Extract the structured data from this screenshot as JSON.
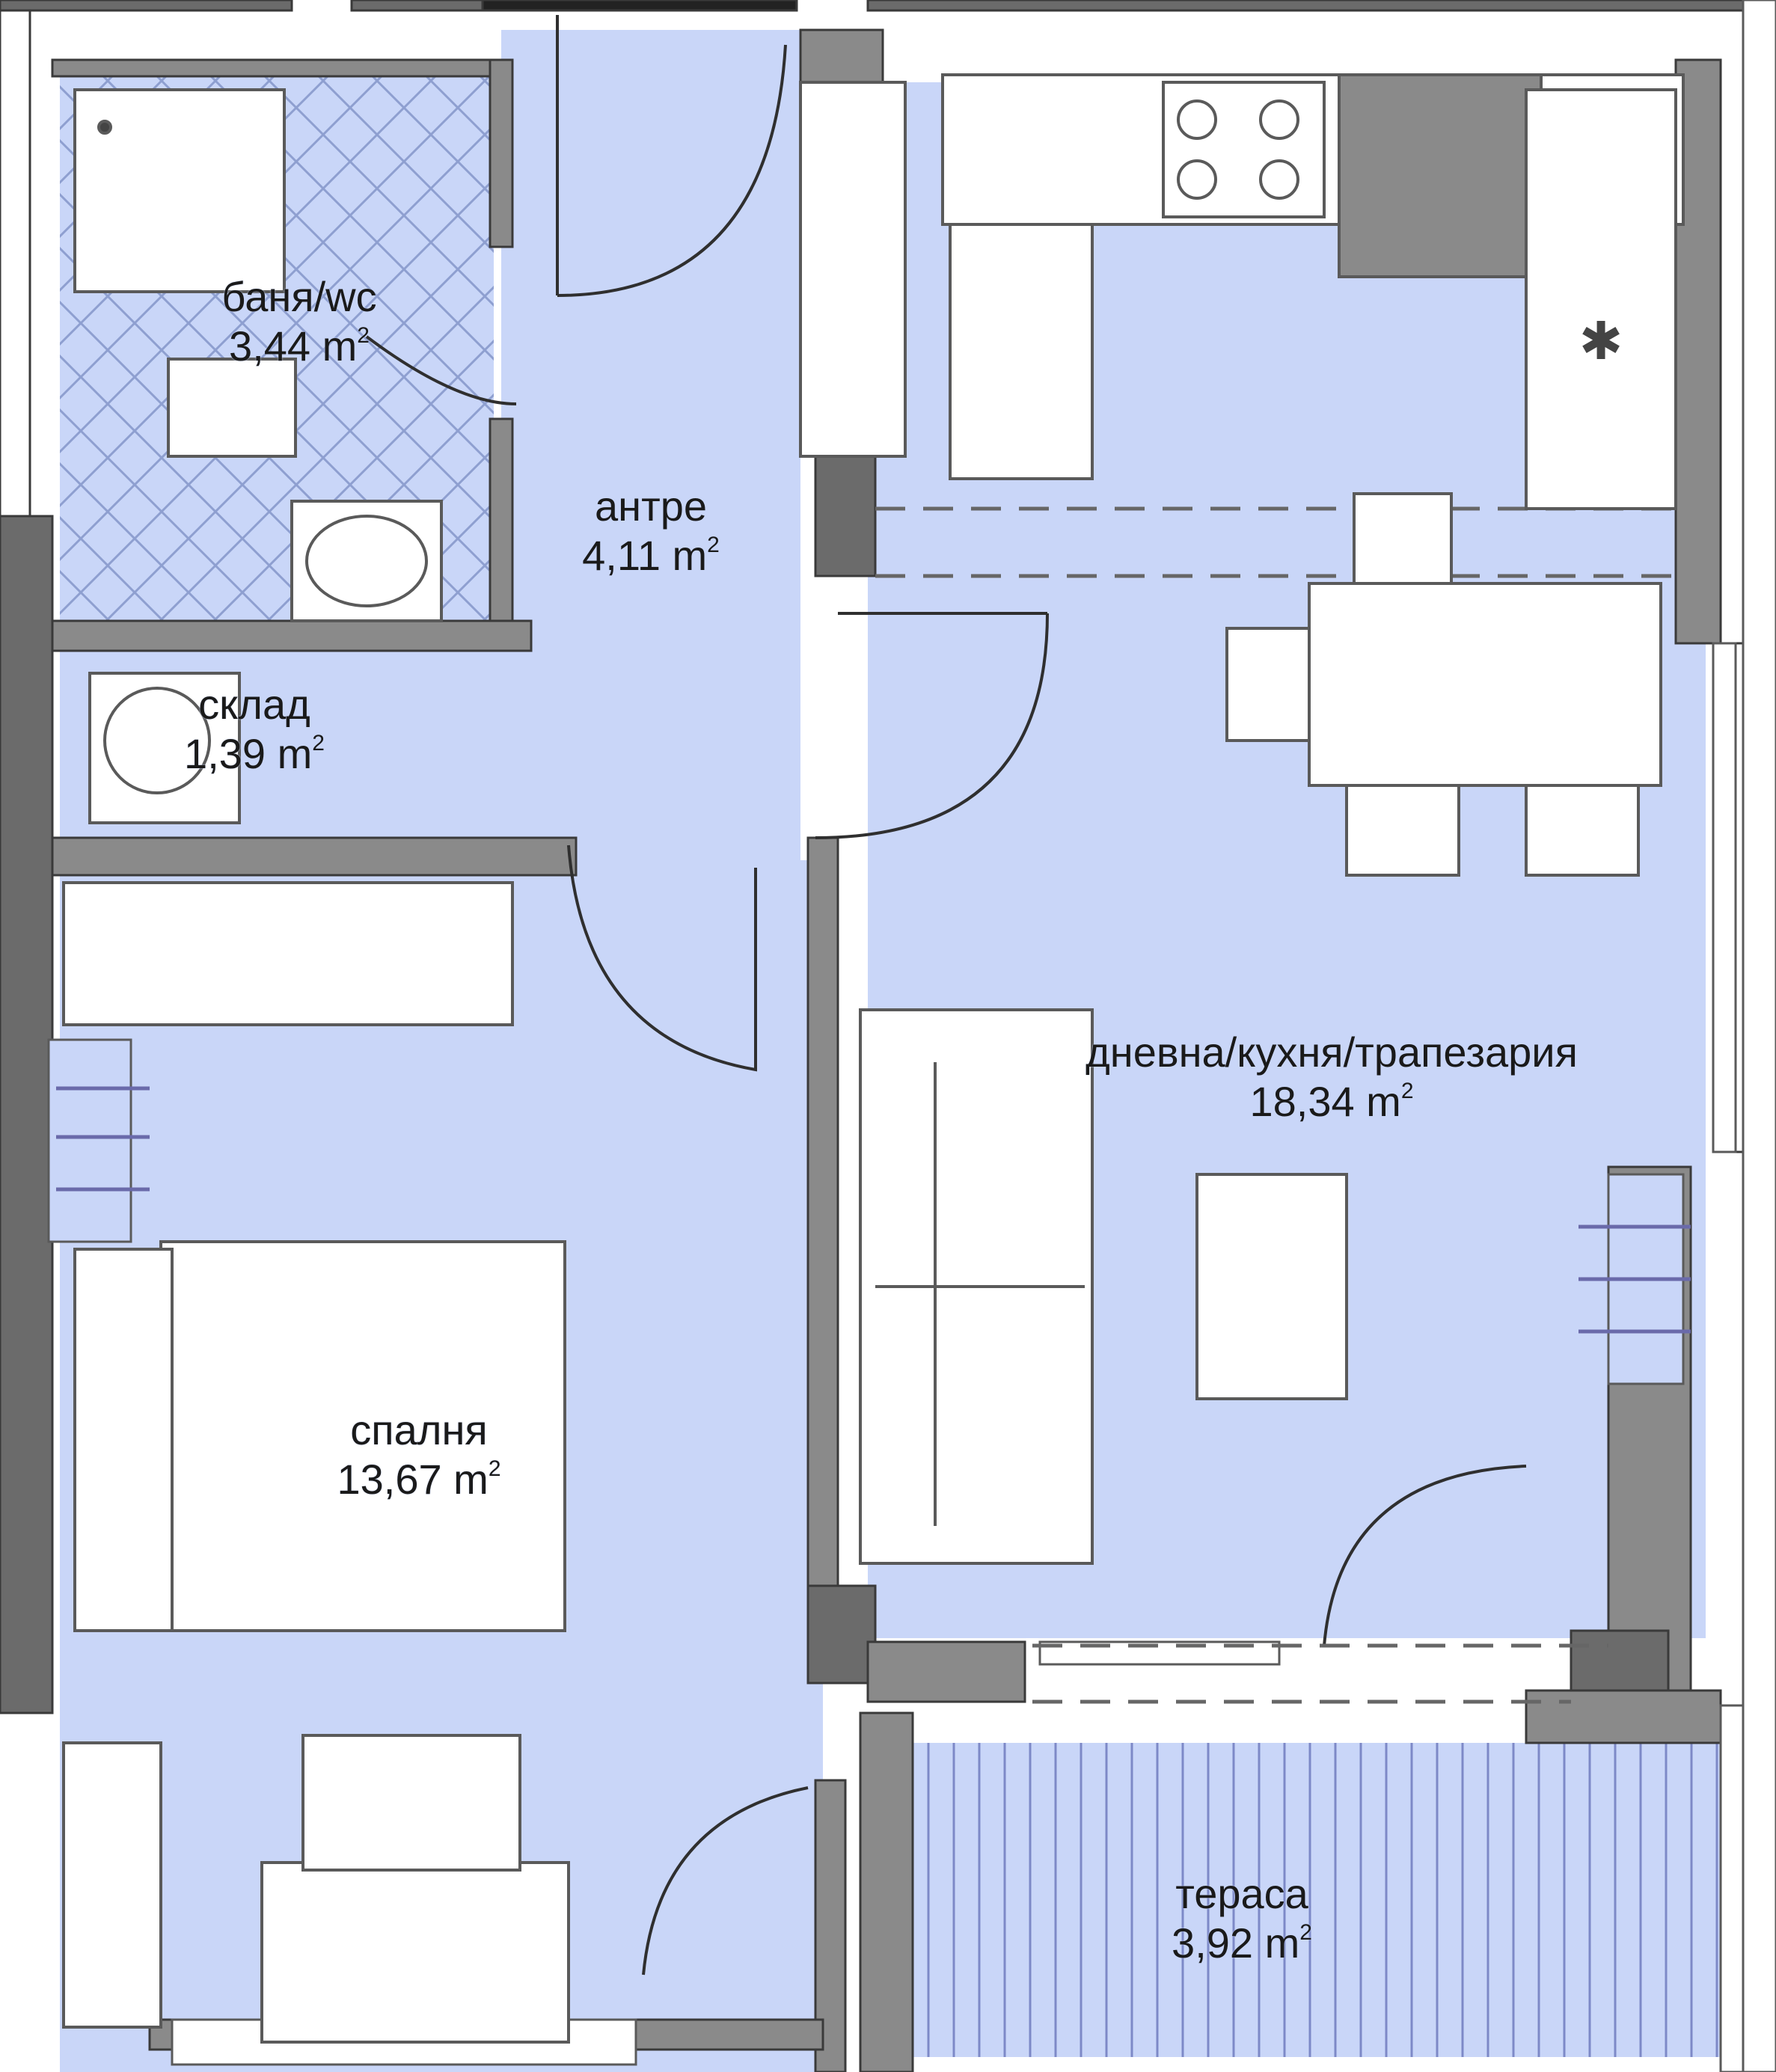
{
  "floor_plan": {
    "colors": {
      "floor": "#c9d6f8",
      "wall": "#6b6b6b",
      "wall_outline": "#3a3a3a",
      "furniture": "#ffffff",
      "furniture_outline": "#5a5a5a",
      "tile_pattern": "#8e9fd0",
      "terrace_slats": "#7d89c7"
    },
    "area_superscript": "2",
    "rooms": [
      {
        "id": "bathroom",
        "name": "баня/wc",
        "area": "3,44 m"
      },
      {
        "id": "hallway",
        "name": "антре",
        "area": "4,11 m"
      },
      {
        "id": "storage",
        "name": "склад",
        "area": "1,39 m"
      },
      {
        "id": "living",
        "name": "дневна/кухня/трапезария",
        "area": "18,34 m"
      },
      {
        "id": "bedroom",
        "name": "спалня",
        "area": "13,67 m"
      },
      {
        "id": "terrace",
        "name": "тераса",
        "area": "3,92 m"
      }
    ]
  }
}
